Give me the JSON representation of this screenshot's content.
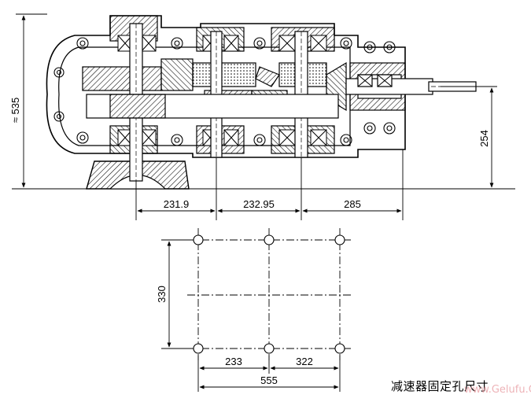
{
  "top_view": {
    "height_label": "≈ 535",
    "shaft_height_label": "254",
    "dims": [
      "231.9",
      "232.95",
      "285"
    ]
  },
  "hole_plan": {
    "height_label": "330",
    "spacing_1": "233",
    "spacing_2": "322",
    "total_width": "555"
  },
  "caption": "减速器固定孔尺寸",
  "watermark": "www.Gelufu.Com"
}
